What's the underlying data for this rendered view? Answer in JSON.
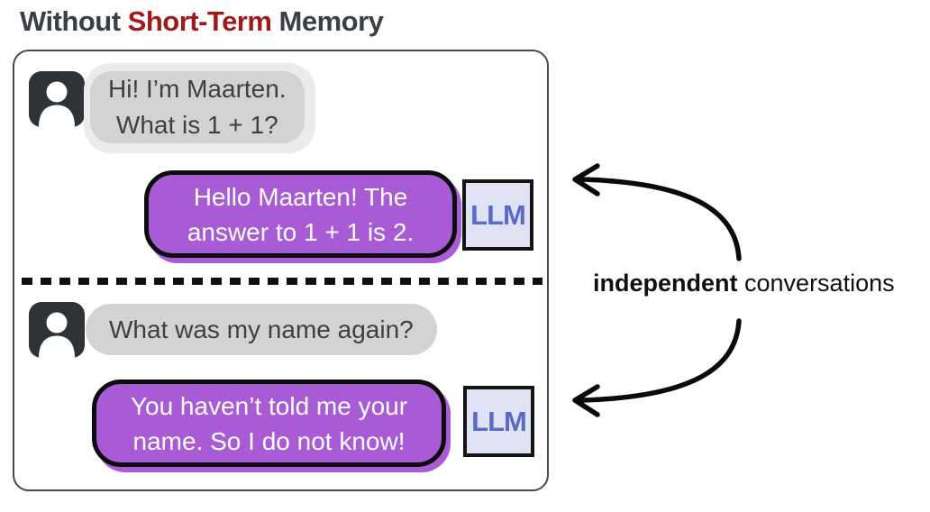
{
  "title": {
    "prefix": "Without ",
    "highlight": "Short-Term",
    "suffix": " Memory"
  },
  "panel": {
    "conversations": [
      {
        "user": {
          "avatar_icon": "person-icon",
          "lines": [
            "Hi! I’m Maarten.",
            "What is 1 + 1?"
          ]
        },
        "llm": {
          "lines": [
            "Hello Maarten! The",
            "answer to 1 + 1 is 2."
          ],
          "label": "LLM"
        }
      },
      {
        "user": {
          "avatar_icon": "person-icon",
          "lines": [
            "What was my name again?"
          ]
        },
        "llm": {
          "lines": [
            "You haven’t told me your",
            "name. So I do not know!"
          ],
          "label": "LLM"
        }
      }
    ]
  },
  "annotation": {
    "bold_text": "independent",
    "regular_text": "conversations"
  },
  "icons": {
    "arrow_top": "curved-left-arrow",
    "arrow_bottom": "curved-left-arrow"
  },
  "colors": {
    "title_text": "#3a3f45",
    "title_highlight": "#a01a1a",
    "llm_bubble": "#a95ad5",
    "llm_box_bg": "#dfe3f3",
    "llm_box_text": "#5b6ac8",
    "user_bubble": "#d3d3d3",
    "user_bubble_halo": "#ebebeb",
    "avatar_bg": "#2e3338",
    "arrow": "#0a0a0a"
  }
}
